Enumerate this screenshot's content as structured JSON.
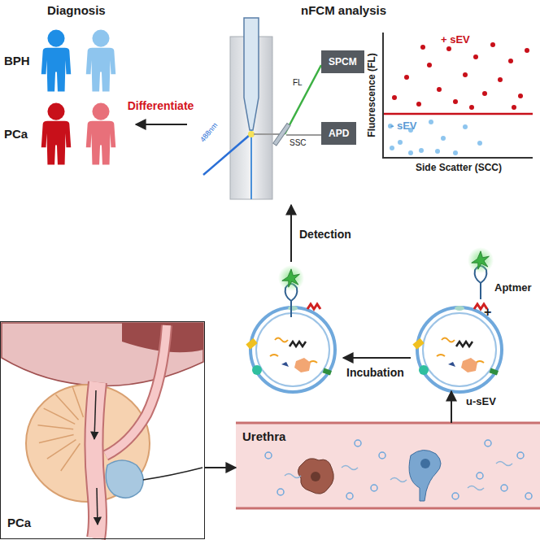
{
  "diagram": {
    "nodes": [
      {
        "text": [
          "Diagnosis",
          "BPH",
          "PCa"
        ]
      },
      {
        "text": [
          "nFCM analysis"
        ]
      },
      {
        "text": [
          "SPCM"
        ],
        "in": 1
      },
      {
        "text": [
          "APD"
        ],
        "in": 1
      },
      {
        "text": [
          "+ sEV",
          "- sEV",
          "Fluorescence (FL)",
          "Side Scatter (SCC)"
        ],
        "in": 1
      },
      {
        "text": [
          "Aptmer",
          "+",
          "u-sEV"
        ]
      },
      {
        "text": [
          "Urethra"
        ]
      },
      {
        "text": [
          "PCa"
        ]
      }
    ],
    "edges": [
      {
        "from": 1,
        "to": 0,
        "arrow": "to",
        "label": "Differentiate"
      },
      {
        "from": 6,
        "to": 5,
        "arrow": "to"
      },
      {
        "from": 7,
        "to": 6,
        "arrow": "to"
      }
    ],
    "labels": [
      "488nm",
      "FL",
      "SSC",
      "Detection",
      "Incubation"
    ]
  }
}
